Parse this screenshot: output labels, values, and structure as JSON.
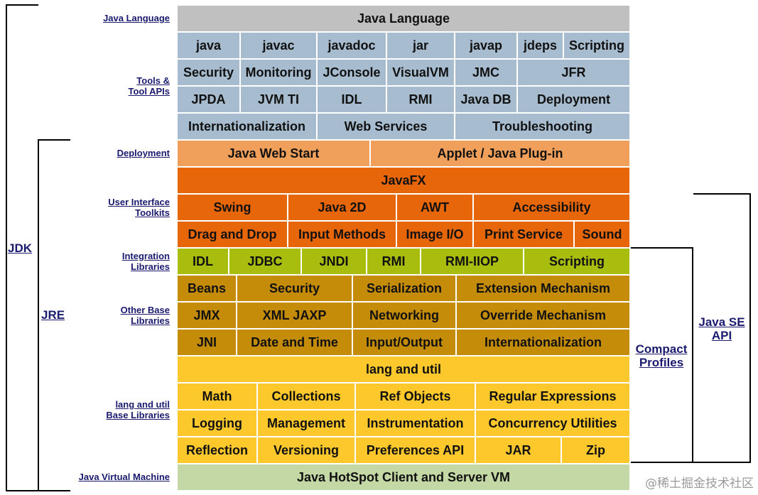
{
  "colors": {
    "gray": "#c0c0c0",
    "steel": "#a7bccf",
    "light_orange": "#f0a05a",
    "orange": "#e8660a",
    "olive": "#a9bd0e",
    "ochre": "#c58c0a",
    "yellow": "#fcc82b",
    "pale_green": "#c4d8a5",
    "label_text": "#1a1a6e",
    "watermark": "#9a9a9a"
  },
  "labels": {
    "java_language": "Java Language",
    "tools": "Tools &",
    "tool_apis": "Tool APIs",
    "deployment": "Deployment",
    "ui_toolkits_1": "User Interface",
    "ui_toolkits_2": "Toolkits",
    "integration_1": "Integration",
    "integration_2": "Libraries",
    "other_base_1": "Other Base",
    "other_base_2": "Libraries",
    "lang_util_1": "lang and util",
    "lang_util_2": "Base Libraries",
    "jvm": "Java Virtual Machine"
  },
  "brackets": {
    "jdk": "JDK",
    "jre": "JRE",
    "compact_profiles_1": "Compact",
    "compact_profiles_2": "Profiles",
    "java_se_api_1": "Java SE",
    "java_se_api_2": "API"
  },
  "watermark": "@稀土掘金技术社区",
  "rows": [
    {
      "color": "gray",
      "cells": [
        "Java Language"
      ]
    },
    {
      "color": "steel",
      "cells": [
        "java",
        "javac",
        "javadoc",
        "jar",
        "javap",
        "jdeps",
        "Scripting"
      ]
    },
    {
      "color": "steel",
      "cells": [
        "Security",
        "Monitoring",
        "JConsole",
        "VisualVM",
        "JMC",
        "JFR"
      ]
    },
    {
      "color": "steel",
      "cells": [
        "JPDA",
        "JVM TI",
        "IDL",
        "RMI",
        "Java DB",
        "Deployment"
      ]
    },
    {
      "color": "steel",
      "cells": [
        "Internationalization",
        "Web Services",
        "Troubleshooting"
      ]
    },
    {
      "color": "light_orange",
      "cells": [
        "Java Web Start",
        "Applet / Java Plug-in"
      ]
    },
    {
      "color": "orange",
      "cells": [
        "JavaFX"
      ]
    },
    {
      "color": "orange",
      "cells": [
        "Swing",
        "Java 2D",
        "AWT",
        "Accessibility"
      ]
    },
    {
      "color": "orange",
      "cells": [
        "Drag and Drop",
        "Input Methods",
        "Image I/O",
        "Print Service",
        "Sound"
      ]
    },
    {
      "color": "olive",
      "cells": [
        "IDL",
        "JDBC",
        "JNDI",
        "RMI",
        "RMI-IIOP",
        "Scripting"
      ]
    },
    {
      "color": "ochre",
      "cells": [
        "Beans",
        "Security",
        "Serialization",
        "Extension Mechanism"
      ]
    },
    {
      "color": "ochre",
      "cells": [
        "JMX",
        "XML JAXP",
        "Networking",
        "Override Mechanism"
      ]
    },
    {
      "color": "ochre",
      "cells": [
        "JNI",
        "Date and Time",
        "Input/Output",
        "Internationalization"
      ]
    },
    {
      "color": "yellow",
      "cells": [
        "lang and util"
      ]
    },
    {
      "color": "yellow",
      "cells": [
        "Math",
        "Collections",
        "Ref Objects",
        "Regular Expressions"
      ]
    },
    {
      "color": "yellow",
      "cells": [
        "Logging",
        "Management",
        "Instrumentation",
        "Concurrency Utilities"
      ]
    },
    {
      "color": "yellow",
      "cells": [
        "Reflection",
        "Versioning",
        "Preferences API",
        "JAR",
        "Zip"
      ]
    },
    {
      "color": "pale_green",
      "cells": [
        "Java HotSpot Client and Server VM"
      ]
    }
  ]
}
